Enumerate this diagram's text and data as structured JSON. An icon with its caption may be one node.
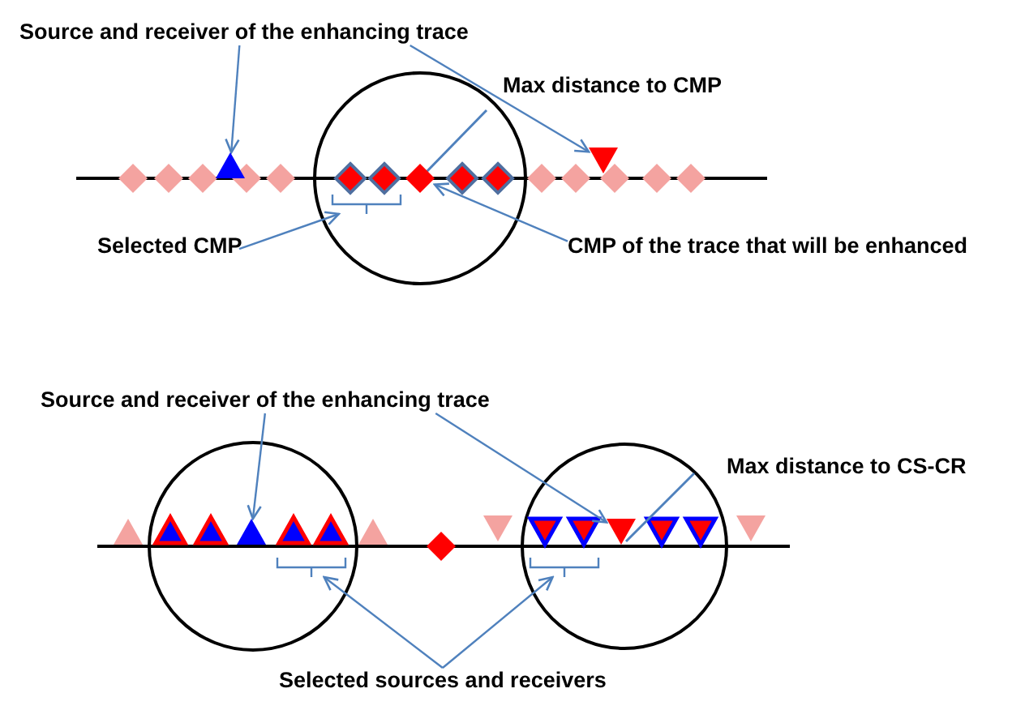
{
  "diagram": {
    "nodes": [
      {
        "text": [
          "Source and receiver of the enhancing trace"
        ]
      },
      {
        "text": [],
        "shape": "triangle"
      },
      {
        "text": [],
        "shape": "triangle"
      },
      {
        "text": [
          "Selected CMP"
        ]
      },
      {
        "text": [],
        "shape": "bracket"
      },
      {
        "text": [
          "CMP of the trace that will be enhanced"
        ]
      },
      {
        "text": [],
        "shape": "diamond"
      },
      {
        "text": [
          "Source and receiver of the enhancing trace"
        ]
      },
      {
        "text": [],
        "shape": "triangle"
      },
      {
        "text": [],
        "shape": "triangle"
      },
      {
        "text": [
          "Selected sources and receivers"
        ]
      },
      {
        "text": [],
        "shape": "bracket"
      },
      {
        "text": [],
        "shape": "bracket"
      },
      {
        "text": [],
        "shape": "diamond"
      }
    ],
    "edges": [
      {
        "from": 0,
        "to": 1,
        "arrow": "to"
      },
      {
        "from": 0,
        "to": 2,
        "arrow": "to"
      },
      {
        "from": 3,
        "to": 4,
        "arrow": "to"
      },
      {
        "from": 5,
        "to": 6,
        "arrow": "to"
      },
      {
        "from": 7,
        "to": 8,
        "arrow": "to"
      },
      {
        "from": 7,
        "to": 9,
        "arrow": "to"
      },
      {
        "from": 10,
        "to": 11,
        "arrow": "to"
      },
      {
        "from": 10,
        "to": 12,
        "arrow": "to"
      }
    ],
    "labels": [
      "Max distance to CMP",
      "Max distance to CS-CR"
    ]
  }
}
